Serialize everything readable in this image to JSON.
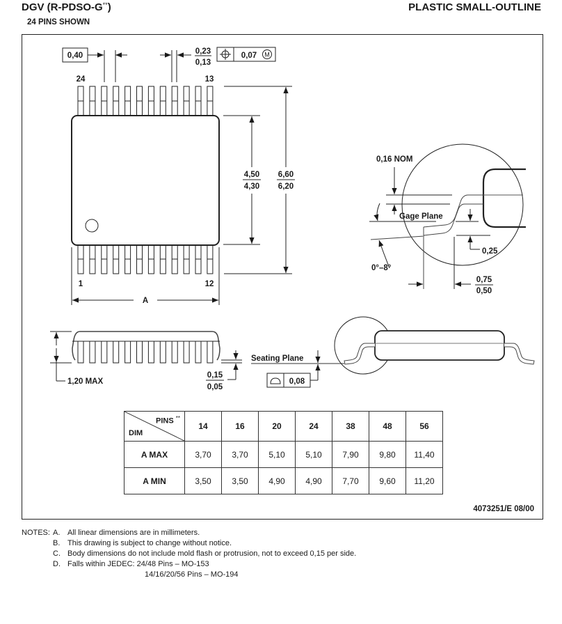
{
  "header": {
    "package_code": "DGV (R-PDSO-G",
    "package_code_sup": "**",
    "package_code_close": ")",
    "pins_shown": "24 PINS SHOWN",
    "package_type": "PLASTIC SMALL-OUTLINE"
  },
  "top_view": {
    "pitch": "0,40",
    "lead_width_max": "0,23",
    "lead_width_min": "0,13",
    "position_symbol": "position-tolerance",
    "position_tolerance": "0,07",
    "modifier": "M",
    "pin_labels": {
      "top_left": "24",
      "top_right": "13",
      "bottom_left": "1",
      "bottom_right": "12"
    },
    "body_width_max": "4,50",
    "body_width_min": "4,30",
    "overall_width_max": "6,60",
    "overall_width_min": "6,20",
    "length_label": "A",
    "pins_per_side": 12
  },
  "detail_view": {
    "lead_thickness": "0,16 NOM",
    "gage_plane": "Gage Plane",
    "gage_height": "0,25",
    "angle": "0°–8°",
    "foot_length_max": "0,75",
    "foot_length_min": "0,50"
  },
  "side_view": {
    "height_max": "1,20 MAX",
    "standoff_max": "0,15",
    "standoff_min": "0,05",
    "seating_plane": "Seating Plane",
    "coplanarity_symbol": "profile-of-surface",
    "coplanarity": "0,08"
  },
  "table": {
    "corner_top": "PINS",
    "corner_top_sup": "**",
    "corner_bottom": "DIM",
    "pins": [
      "14",
      "16",
      "20",
      "24",
      "38",
      "48",
      "56"
    ],
    "rows": [
      {
        "label": "A  MAX",
        "values": [
          "3,70",
          "3,70",
          "5,10",
          "5,10",
          "7,90",
          "9,80",
          "11,40"
        ]
      },
      {
        "label": "A  MIN",
        "values": [
          "3,50",
          "3,50",
          "4,90",
          "4,90",
          "7,70",
          "9,60",
          "11,20"
        ]
      }
    ]
  },
  "doc_number": "4073251/E 08/00",
  "notes": {
    "title": "NOTES:",
    "items": [
      {
        "letter": "A.",
        "text": "All linear dimensions are in millimeters."
      },
      {
        "letter": "B.",
        "text": "This drawing is subject to change without notice."
      },
      {
        "letter": "C.",
        "text": "Body dimensions do not include mold flash or protrusion, not to exceed 0,15 per side."
      },
      {
        "letter": "D.",
        "text": "Falls within JEDEC:  24/48 Pins – MO-153"
      },
      {
        "letter": "",
        "text": "14/16/20/56 Pins – MO-194"
      }
    ]
  }
}
